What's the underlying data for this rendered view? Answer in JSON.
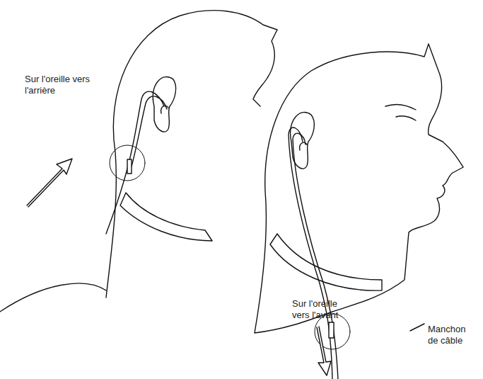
{
  "diagram": {
    "labels": [
      "Sur l'oreille vers l'arrière",
      "Sur l'oreille vers l'avant",
      "Manchon de câble"
    ]
  }
}
